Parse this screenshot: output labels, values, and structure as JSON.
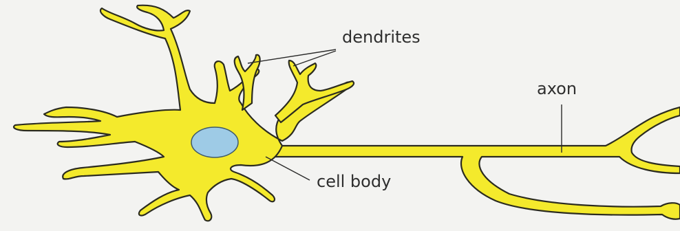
{
  "labels": {
    "dendrites": "dendrites",
    "axon": "axon",
    "cell_body": "cell body"
  },
  "colors": {
    "neuron_fill": "#f4ea2c",
    "outline": "#2b2b20",
    "nucleus": "#9ecbe6",
    "background": "#f3f3f1"
  }
}
